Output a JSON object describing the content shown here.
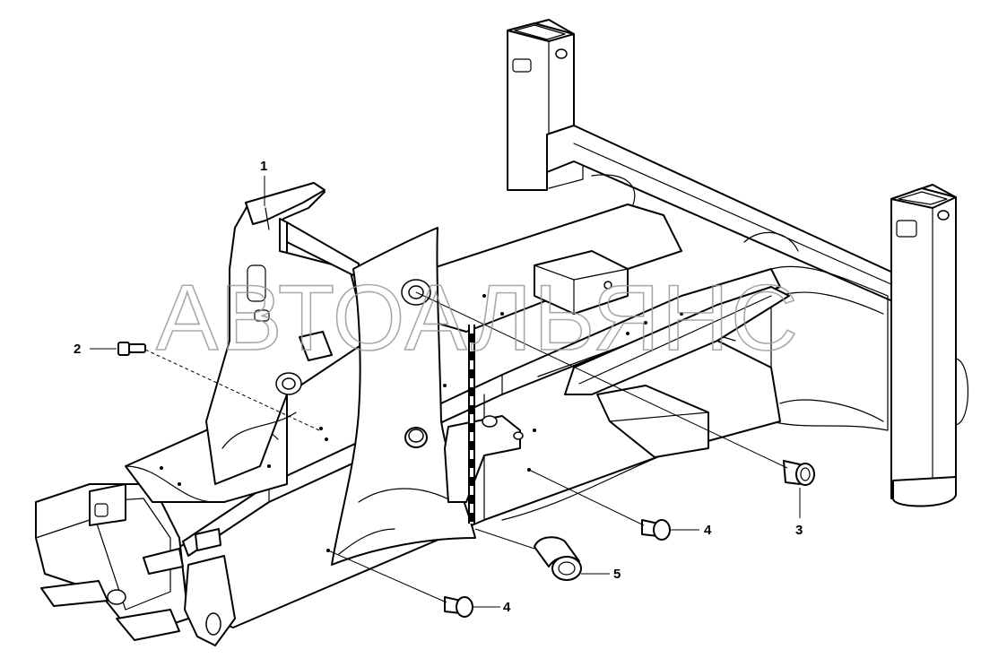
{
  "watermark": "АВТОАЛЬЯНС",
  "callouts": [
    "1",
    "2",
    "3",
    "4",
    "4",
    "5"
  ],
  "parts": [
    {
      "name": "frame-assembly",
      "callout": "1"
    },
    {
      "name": "bolt",
      "callout": "2"
    },
    {
      "name": "bolt",
      "callout": "3"
    },
    {
      "name": "bolt",
      "callout": "4"
    },
    {
      "name": "bolt",
      "callout": "4"
    },
    {
      "name": "bushing",
      "callout": "5"
    }
  ]
}
